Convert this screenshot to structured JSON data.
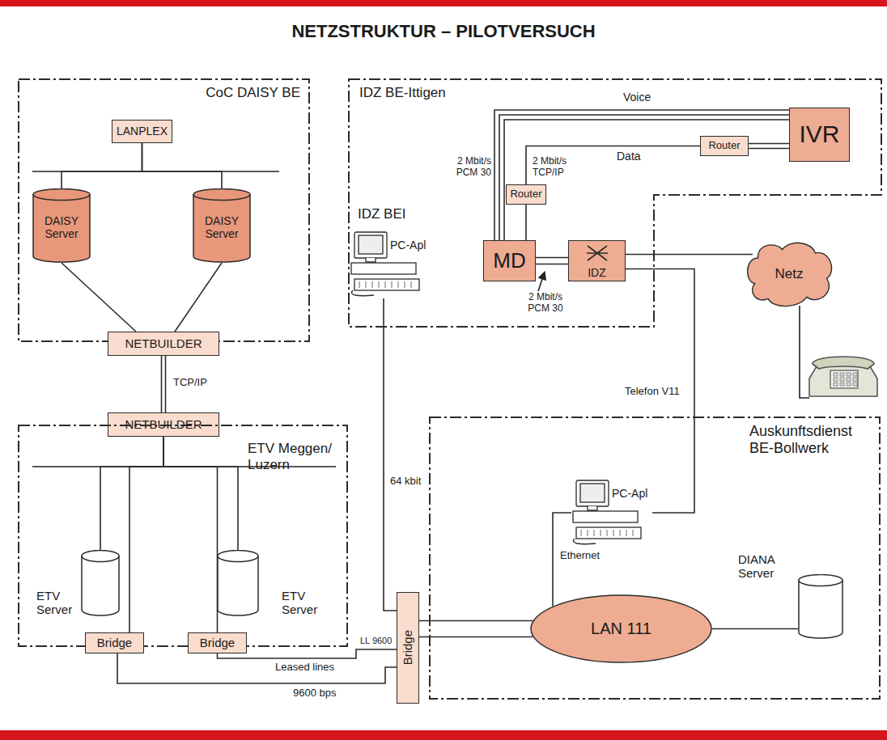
{
  "diagram": {
    "title": "NETZSTRUKTUR – PILOTVERSUCH",
    "nodes": [
      {
        "text": [
          "CoC DAISY BE"
        ]
      },
      {
        "text": [
          "LANPLEX"
        ],
        "in": 0
      },
      {
        "text": [
          "DAISY Server"
        ],
        "in": 0
      },
      {
        "text": [
          "DAISY Server"
        ],
        "in": 0
      },
      {
        "text": [
          "NETBUILDER"
        ]
      },
      {
        "text": [
          "NETBUILDER"
        ]
      },
      {
        "text": [
          "ETV Meggen/ Luzern"
        ]
      },
      {
        "text": [
          "ETV Server"
        ],
        "in": 6
      },
      {
        "text": [
          "ETV Server"
        ],
        "in": 6
      },
      {
        "text": [
          "Bridge"
        ],
        "in": 6
      },
      {
        "text": [
          "Bridge"
        ],
        "in": 6
      },
      {
        "text": [
          "IDZ BE-Ittigen"
        ]
      },
      {
        "text": [
          "IVR"
        ],
        "in": 11
      },
      {
        "text": [
          "Router"
        ],
        "in": 11
      },
      {
        "text": [
          "Router"
        ],
        "in": 11
      },
      {
        "text": [
          "PC-Apl"
        ],
        "in": 11
      },
      {
        "text": [
          "MD"
        ],
        "in": 11
      },
      {
        "text": [
          "IDZ"
        ],
        "in": 11
      },
      {
        "text": [
          "Netz"
        ]
      },
      {
        "text": [
          "Auskunftsdienst BE-Bollwerk"
        ]
      },
      {
        "text": [
          "PC-Apl"
        ],
        "in": 19
      },
      {
        "text": [
          "LAN 111"
        ],
        "in": 19
      },
      {
        "text": [
          "DIANA Server"
        ],
        "in": 19
      },
      {
        "text": [
          "Bridge"
        ]
      }
    ],
    "edges": [
      {
        "from": 1,
        "to": 2,
        "arrow": "none"
      },
      {
        "from": 1,
        "to": 3,
        "arrow": "none"
      },
      {
        "from": 2,
        "to": 4,
        "arrow": "none"
      },
      {
        "from": 3,
        "to": 4,
        "arrow": "none"
      },
      {
        "from": 4,
        "to": 5,
        "label": "TCP/IP",
        "arrow": "none"
      },
      {
        "from": 5,
        "to": 7,
        "arrow": "none"
      },
      {
        "from": 5,
        "to": 8,
        "arrow": "none"
      },
      {
        "from": 5,
        "to": 9,
        "arrow": "none"
      },
      {
        "from": 5,
        "to": 10,
        "arrow": "none"
      },
      {
        "from": 9,
        "to": 23,
        "label": "9600 bps",
        "arrow": "none"
      },
      {
        "from": 10,
        "to": 23,
        "label": "Leased lines",
        "arrow": "none"
      },
      {
        "from": 15,
        "to": 23,
        "label": "64 kbit",
        "arrow": "none"
      },
      {
        "from": 23,
        "to": 21,
        "arrow": "none"
      },
      {
        "from": 16,
        "to": 12,
        "label": "Voice",
        "arrow": "none"
      },
      {
        "from": 16,
        "to": 14,
        "arrow": "none"
      },
      {
        "from": 14,
        "to": 13,
        "label": "Data",
        "arrow": "none"
      },
      {
        "from": 13,
        "to": 12,
        "arrow": "none"
      },
      {
        "from": 16,
        "to": 17,
        "arrow": "none"
      },
      {
        "from": 17,
        "to": 18,
        "arrow": "none"
      },
      {
        "from": 17,
        "to": 20,
        "label": "Telefon V11",
        "arrow": "none"
      },
      {
        "from": 20,
        "to": 21,
        "label": "Ethernet",
        "arrow": "none"
      },
      {
        "from": 21,
        "to": 22,
        "arrow": "none"
      }
    ],
    "labels": [
      "IDZ BEI",
      "2 Mbit/s PCM 30",
      "2 Mbit/s TCP/IP",
      "2 Mbit/s PCM 30",
      "LL 9600"
    ]
  }
}
